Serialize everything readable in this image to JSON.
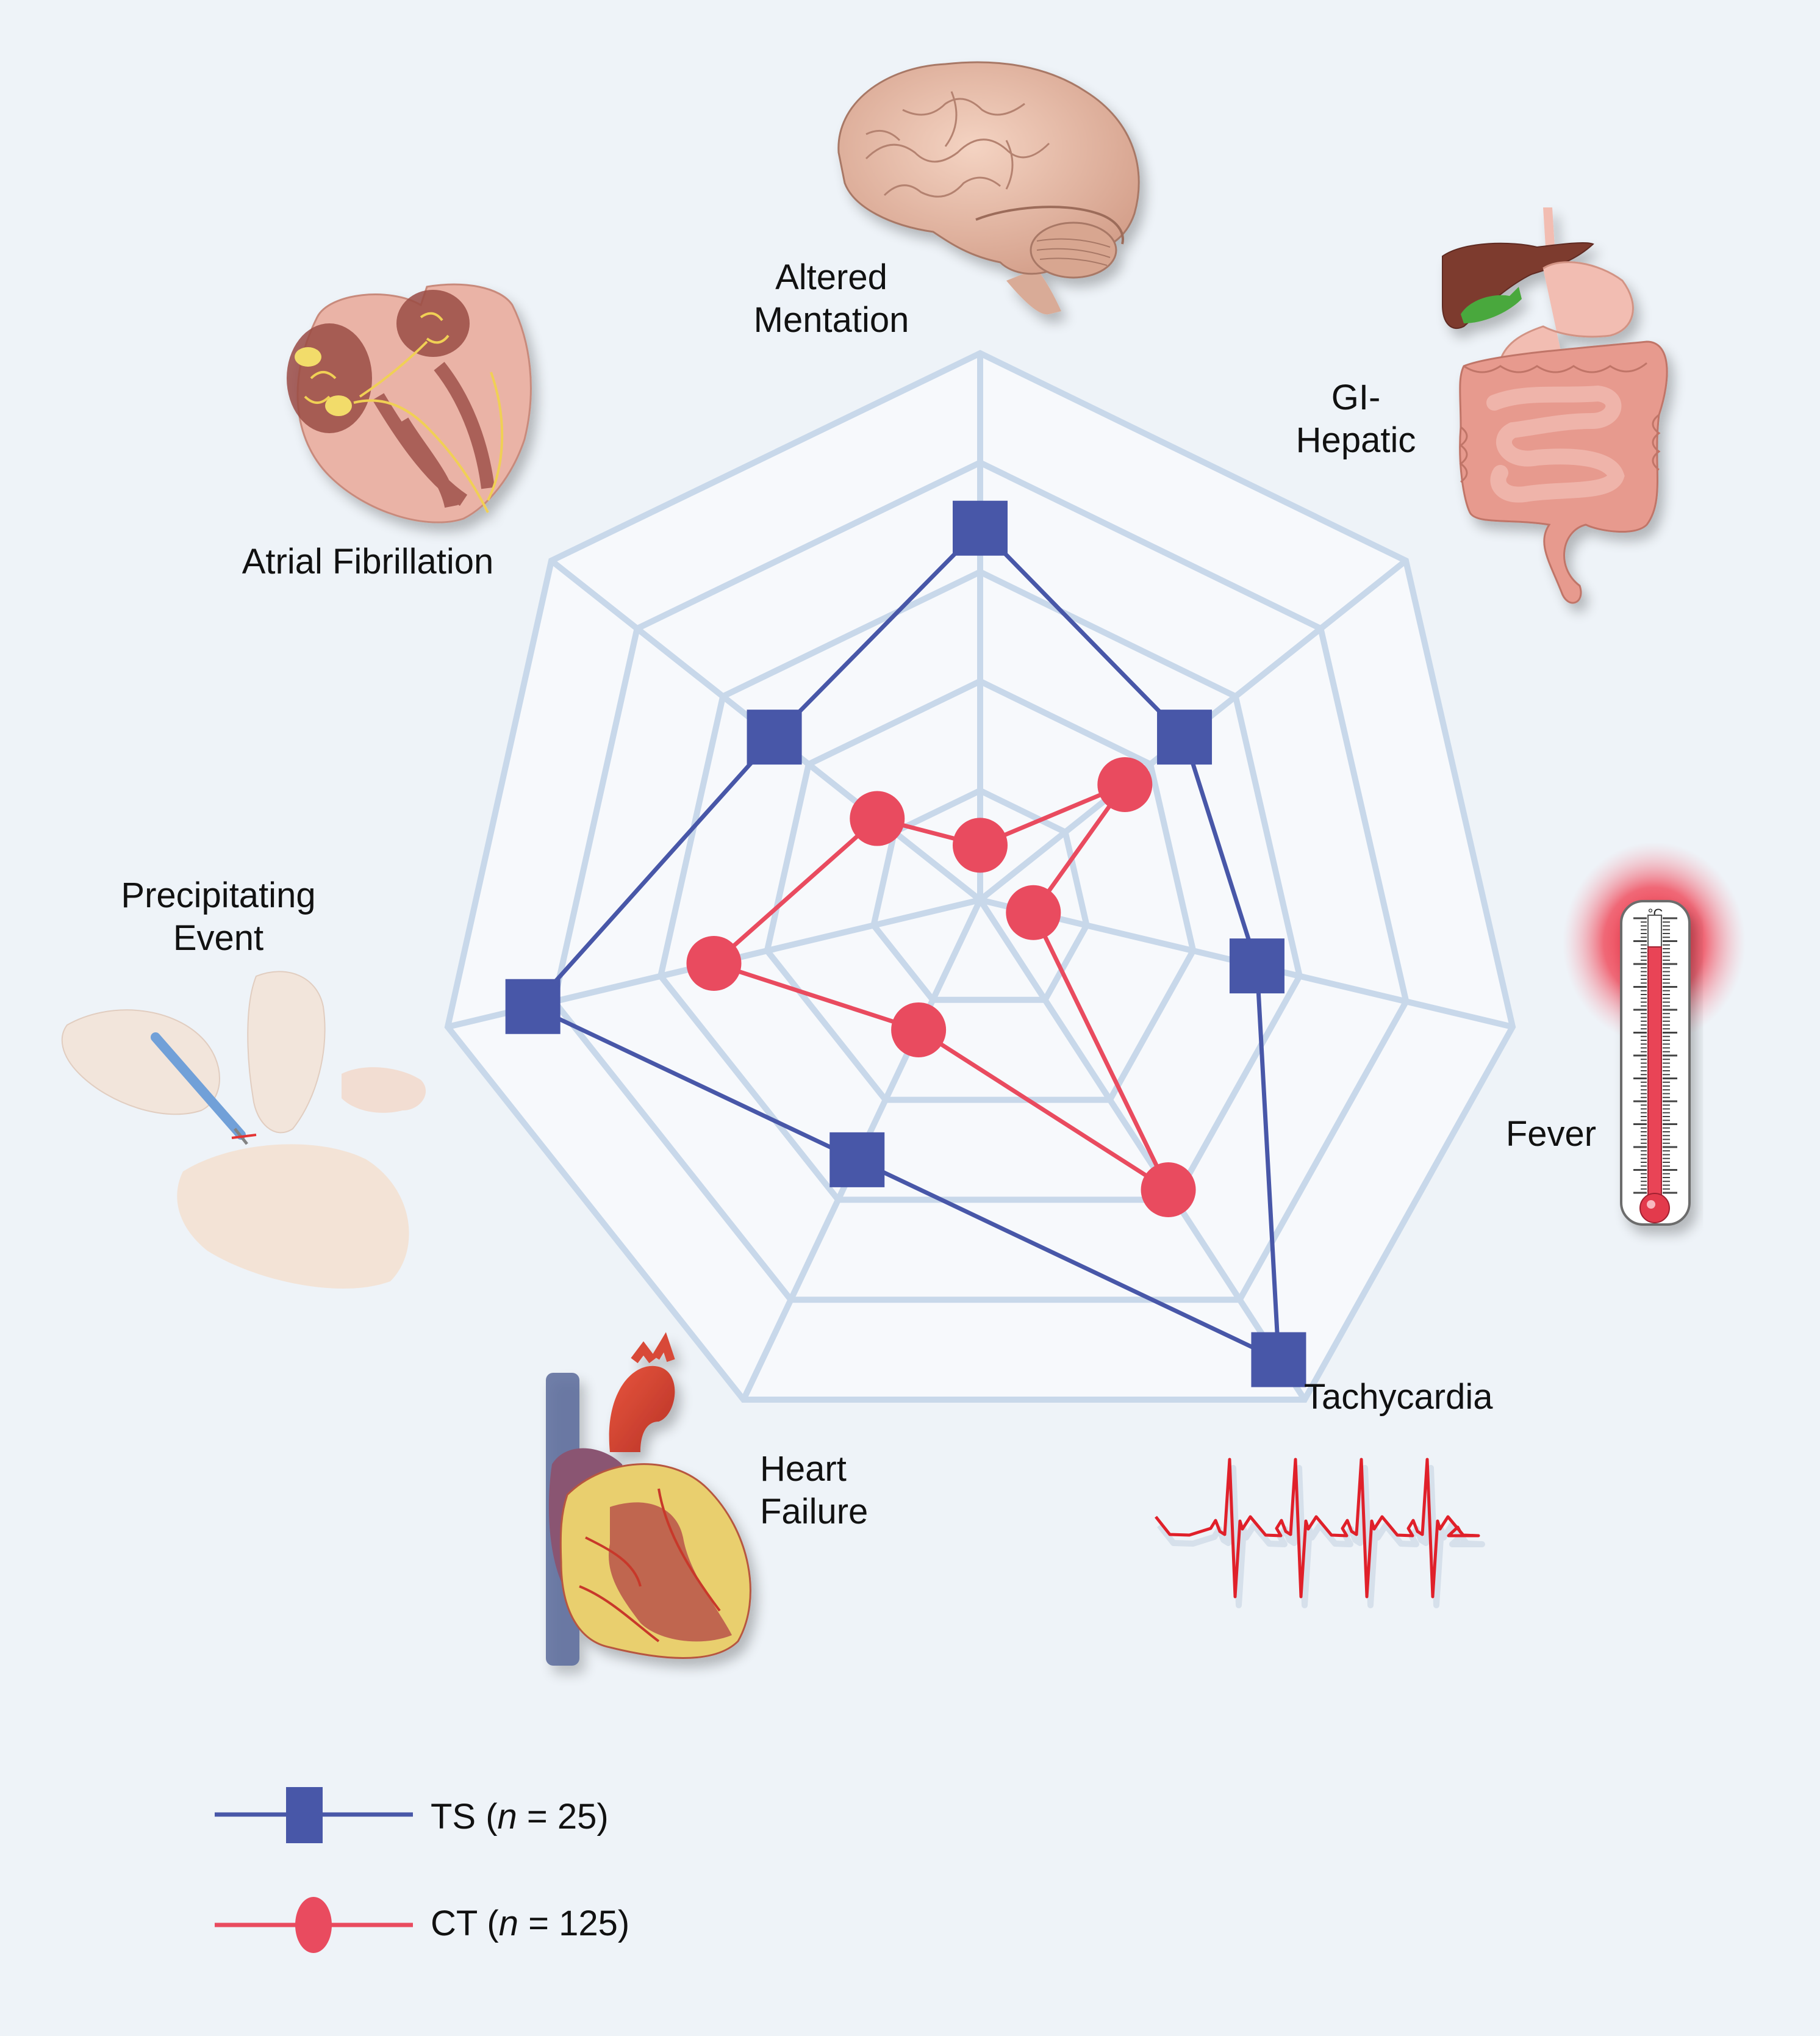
{
  "chart_data": {
    "type": "radar",
    "title": "",
    "rings": 5,
    "scale": [
      0,
      5
    ],
    "grid": true,
    "axes": [
      {
        "key": "altered_mentation",
        "label_lines": [
          "Altered",
          "Mentation"
        ]
      },
      {
        "key": "gi_hepatic",
        "label_lines": [
          "GI-",
          "Hepatic"
        ]
      },
      {
        "key": "fever",
        "label_lines": [
          "Fever"
        ]
      },
      {
        "key": "tachycardia",
        "label_lines": [
          "Tachycardia"
        ]
      },
      {
        "key": "heart_failure",
        "label_lines": [
          "Heart",
          "Failure"
        ]
      },
      {
        "key": "precipitating_event",
        "label_lines": [
          "Precipitating",
          "Event"
        ]
      },
      {
        "key": "atrial_fibrillation",
        "label_lines": [
          "Atrial Fibrillation"
        ]
      }
    ],
    "series": [
      {
        "name": "TS",
        "n": 25,
        "marker": "square",
        "color": "#4857a8",
        "values": [
          3.4,
          2.4,
          2.6,
          4.6,
          2.6,
          4.2,
          2.4
        ]
      },
      {
        "name": "CT",
        "n": 125,
        "marker": "circle",
        "color": "#e94b5f",
        "values": [
          0.5,
          1.7,
          0.5,
          2.9,
          1.3,
          2.5,
          1.2
        ]
      }
    ],
    "legend": {
      "placement": "bottom-left",
      "entries": [
        {
          "series": "TS",
          "prefix": "TS (",
          "italic": "n",
          "suffix": " = 25)"
        },
        {
          "series": "CT",
          "prefix": "CT (",
          "italic": "n",
          "suffix": " = 125)"
        }
      ]
    }
  },
  "illustrations": {
    "altered_mentation": "brain-icon",
    "gi_hepatic": "digestive-system-icon",
    "fever": "thermometer-icon",
    "tachycardia": "ecg-waveform-icon",
    "heart_failure": "heart-icon",
    "precipitating_event": "surgical-procedure-icon",
    "atrial_fibrillation": "heart-cross-section-icon"
  },
  "thermometer": {
    "unit": "°C"
  },
  "colors": {
    "background": "#eef3f8",
    "grid_line": "#c8d8ea",
    "grid_fill": "#f7f9fc",
    "ts": "#4857a8",
    "ct": "#e94b5f",
    "ecg": "#e0202a"
  }
}
